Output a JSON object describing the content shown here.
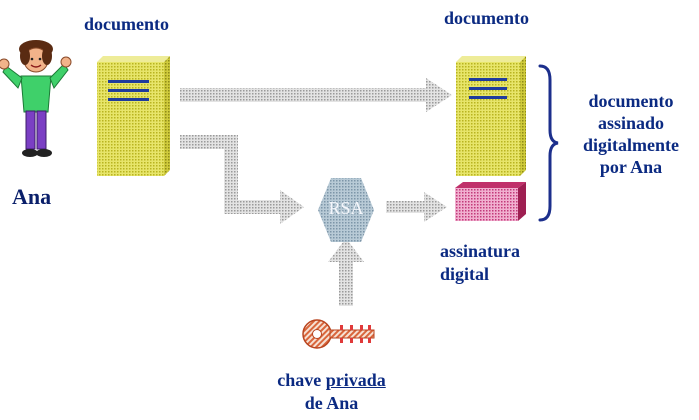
{
  "labels": {
    "document_left": "documento",
    "document_right": "documento",
    "person": "Ana",
    "signed_line1": "documento",
    "signed_line2": "assinado",
    "signed_line3": "digitalmente",
    "signed_line4": "por Ana",
    "signature_line1": "assinatura",
    "signature_line2": "digital",
    "key_line1_a": "chave ",
    "key_line1_b": "privada",
    "key_line2": "de Ana",
    "algorithm": "RSA"
  },
  "colors": {
    "label_text": "#0b2a82",
    "document": "#d6d23a",
    "signature": "#d0457a",
    "arrow": "#c8c8c8",
    "rsa": "#9db4c4",
    "key": "#e07a50",
    "brace": "#1c2f8c"
  },
  "icons": [
    "person-icon",
    "document-icon",
    "rsa-hexagon-icon",
    "key-icon",
    "brace-icon"
  ]
}
